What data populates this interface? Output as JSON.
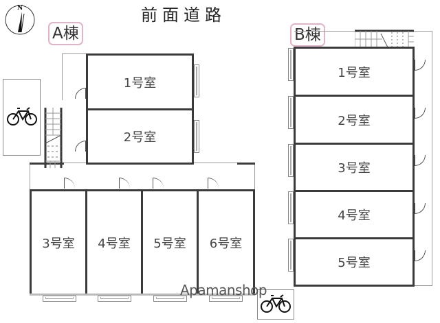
{
  "title": "前面道路",
  "compass": {
    "label": "N"
  },
  "building_a": {
    "label": "A棟",
    "rooms": [
      "1号室",
      "2号室",
      "3号室",
      "4号室",
      "5号室",
      "6号室"
    ]
  },
  "building_b": {
    "label": "B棟",
    "rooms": [
      "1号室",
      "2号室",
      "3号室",
      "4号室",
      "5号室"
    ]
  },
  "icons": {
    "compass": "north-arrow-icon",
    "bicycle": "bicycle-icon",
    "stairs": "stairs-icon",
    "door": "door-swing-icon"
  },
  "colors": {
    "wall": "#3a3a3a",
    "label_border": "#e2b3c8",
    "thin_line": "#999999"
  },
  "watermark": "Apamanshop"
}
